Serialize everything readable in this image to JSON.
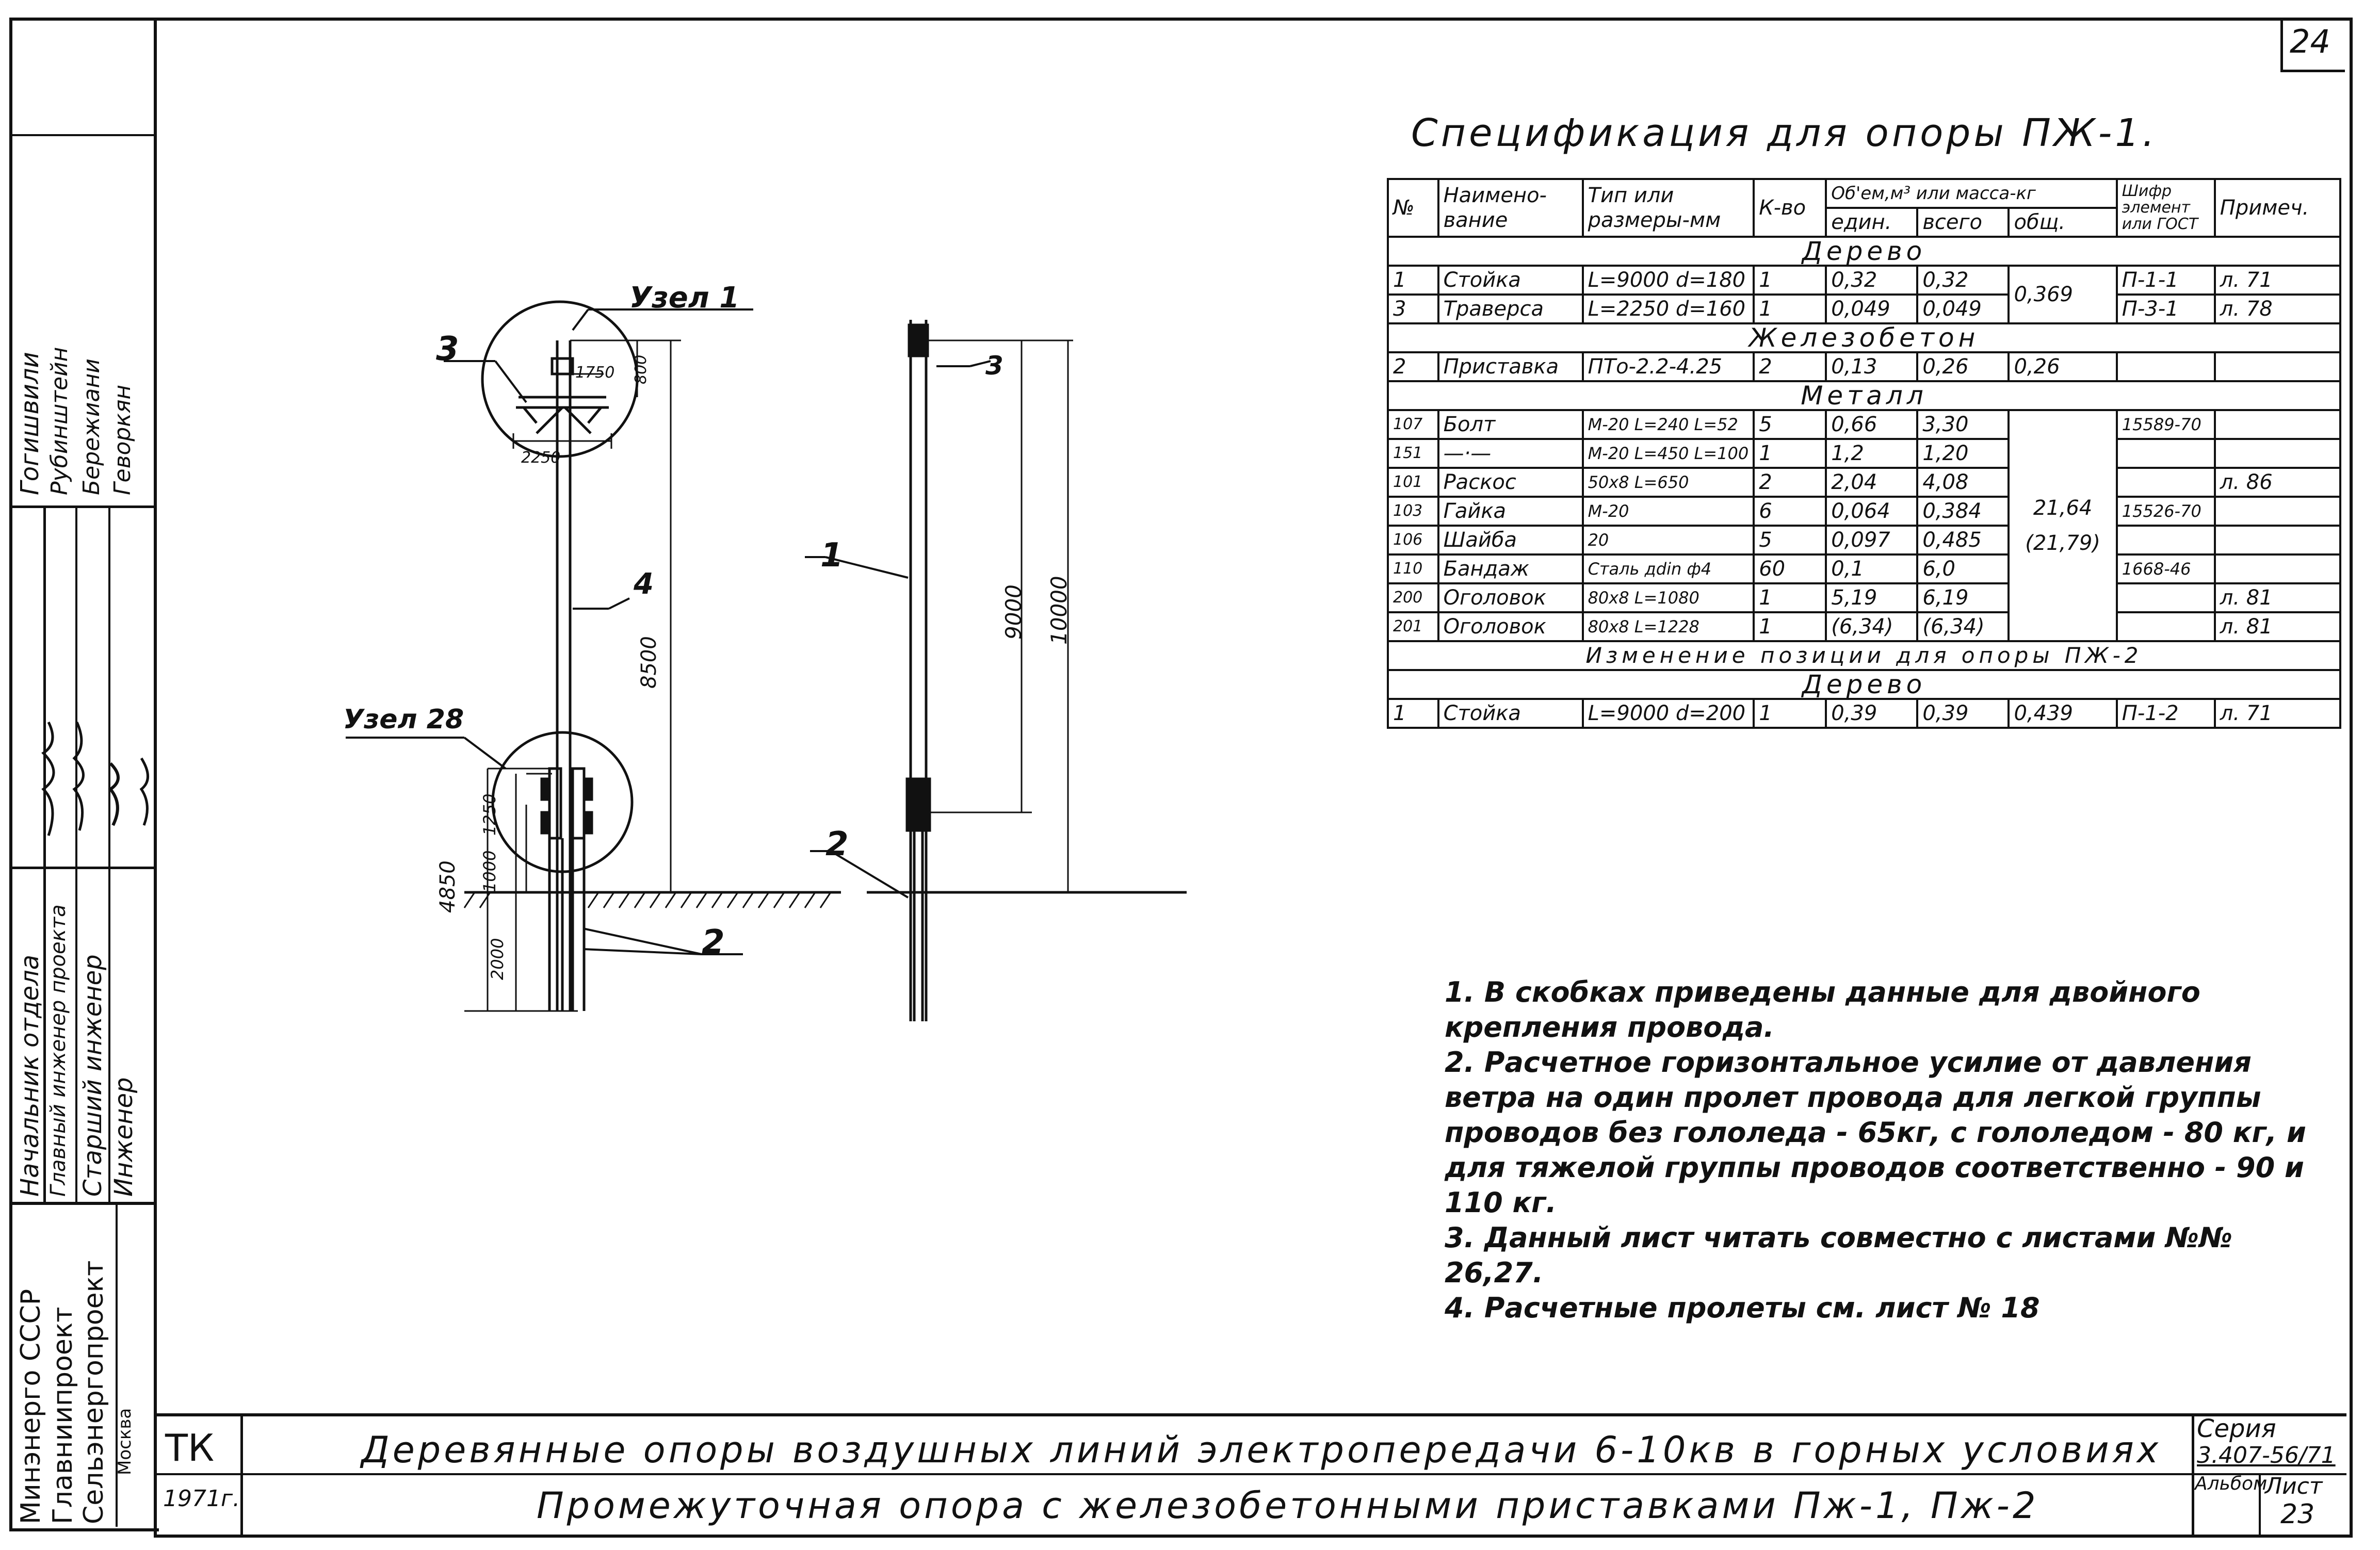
{
  "sheet": {
    "page_number": "24",
    "series_label": "Серия",
    "series_value": "3.407-56/71",
    "album_label": "Альбом",
    "sheet_label": "Лист",
    "sheet_value": "23",
    "org_code": "ТК",
    "year": "1971г."
  },
  "title_block": {
    "line1": "Деревянные опоры воздушных линий электропередачи 6-10кв в горных условиях",
    "line2": "Промежуточная опора с железобетонными приставками Пж-1, Пж-2"
  },
  "left_stamp": {
    "org": [
      "Минэнерго СССР",
      "Главниипроект",
      "Сельэнергопроект",
      "Москва"
    ],
    "roles": [
      "Начальник отдела",
      "Главный инженер проекта",
      "Старший инженер",
      "Инженер"
    ],
    "names": [
      "Гогишвили",
      "Рубинштейн",
      "Бережиани",
      "Геворкян"
    ]
  },
  "drawing": {
    "node1_label": "Узел 1",
    "node28_label": "Узел 28",
    "callouts": [
      "1",
      "2",
      "3"
    ],
    "dims": {
      "d1750": "1750",
      "d800": "800",
      "d2250": "2250",
      "d8500": "8500",
      "d1250": "1250",
      "d1000": "1000",
      "d4850": "4850",
      "d2000": "2000",
      "d9000": "9000",
      "d10000": "10000"
    }
  },
  "spec": {
    "title": "Спецификация для опоры ПЖ-1.",
    "headers": {
      "no": "№",
      "name": "Наимено-вание",
      "type": "Тип или размеры-мм",
      "qty": "К-во",
      "vol_group": "Об'ем,м³ или масса-кг",
      "unit": "един.",
      "total": "всего",
      "common": "общ.",
      "code": "Шифр элемент или ГОСТ",
      "note": "Примеч."
    },
    "sec_wood": "Дерево",
    "row_wood1": {
      "no": "1",
      "name": "Стойка",
      "type": "L=9000 d=180",
      "qty": "1",
      "unit": "0,32",
      "total": "0,32",
      "code": "П-1-1",
      "note": "л. 71"
    },
    "row_wood2": {
      "no": "3",
      "name": "Траверса",
      "type": "L=2250 d=160",
      "qty": "1",
      "unit": "0,049",
      "total": "0,049",
      "code": "П-3-1",
      "note": "л. 78"
    },
    "wood_common": "0,369",
    "sec_concrete": "Железобетон",
    "row_concrete": {
      "no": "2",
      "name": "Приставка",
      "type": "ПТо-2.2-4.25",
      "qty": "2",
      "unit": "0,13",
      "total": "0,26",
      "common": "0,26"
    },
    "sec_metal": "Металл",
    "metal_rows": [
      {
        "no": "107",
        "name": "Болт",
        "type": "М-20 L=240 L=52",
        "qty": "5",
        "unit": "0,66",
        "total": "3,30",
        "code": "15589-70",
        "note": ""
      },
      {
        "no": "151",
        "name": "—·—",
        "type": "М-20 L=450 L=100",
        "qty": "1",
        "unit": "1,2",
        "total": "1,20",
        "code": "",
        "note": ""
      },
      {
        "no": "101",
        "name": "Раскос",
        "type": "50х8 L=650",
        "qty": "2",
        "unit": "2,04",
        "total": "4,08",
        "code": "",
        "note": "л. 86"
      },
      {
        "no": "103",
        "name": "Гайка",
        "type": "М-20",
        "qty": "6",
        "unit": "0,064",
        "total": "0,384",
        "code": "15526-70",
        "note": ""
      },
      {
        "no": "106",
        "name": "Шайба",
        "type": "20",
        "qty": "5",
        "unit": "0,097",
        "total": "0,485",
        "code": "",
        "note": ""
      },
      {
        "no": "110",
        "name": "Бандаж",
        "type": "Сталь дdin ф4",
        "qty": "60",
        "unit": "0,1",
        "total": "6,0",
        "code": "1668-46",
        "note": ""
      },
      {
        "no": "200",
        "name": "Оголовок",
        "type": "80х8 L=1080",
        "qty": "1",
        "unit": "5,19",
        "total": "6,19",
        "code": "",
        "note": "л. 81"
      },
      {
        "no": "201",
        "name": "Оголовок",
        "type": "80х8 L=1228",
        "qty": "1",
        "unit": "(6,34)",
        "total": "(6,34)",
        "code": "",
        "note": "л. 81"
      }
    ],
    "metal_common": "21,64",
    "metal_common_alt": "(21,79)",
    "sec_change": "Изменение позиции для опоры ПЖ-2",
    "sec_wood2": "Дерево",
    "row_change": {
      "no": "1",
      "name": "Стойка",
      "type": "L=9000 d=200",
      "qty": "1",
      "unit": "0,39",
      "total": "0,39",
      "common": "0,439",
      "code": "П-1-2",
      "note": "л. 71"
    }
  },
  "notes": [
    "1. В скобках приведены данные для двойного крепления провода.",
    "2. Расчетное горизонтальное усилие от давления ветра на один пролет провода для легкой группы проводов без гололеда - 65кг, с гололедом - 80 кг, и для тяжелой группы проводов соответственно - 90 и 110 кг.",
    "3. Данный лист читать совместно с листами №№ 26,27.",
    "4. Расчетные пролеты см. лист № 18"
  ]
}
